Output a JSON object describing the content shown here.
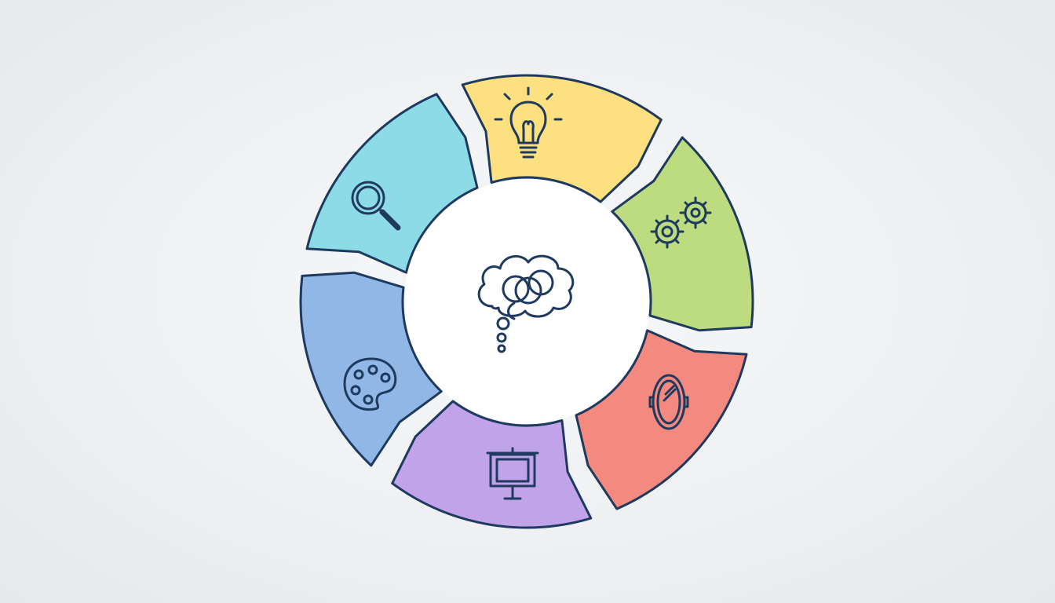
{
  "diagram": {
    "type": "cycle",
    "outline_color": "#1f3a5f",
    "center": {
      "icon": "thinking-brain-icon",
      "color": "#ffffff"
    },
    "segments": [
      {
        "id": "ideate",
        "icon": "lightbulb-icon",
        "color": "#fde07f"
      },
      {
        "id": "develop",
        "icon": "gears-icon",
        "color": "#bcdc7f"
      },
      {
        "id": "reflect",
        "icon": "mirror-icon",
        "color": "#f4897f"
      },
      {
        "id": "present",
        "icon": "presentation-board-icon",
        "color": "#c1a3ea"
      },
      {
        "id": "create",
        "icon": "paint-palette-icon",
        "color": "#90b7e6"
      },
      {
        "id": "research",
        "icon": "magnifying-glass-icon",
        "color": "#8ddbe6"
      }
    ]
  }
}
